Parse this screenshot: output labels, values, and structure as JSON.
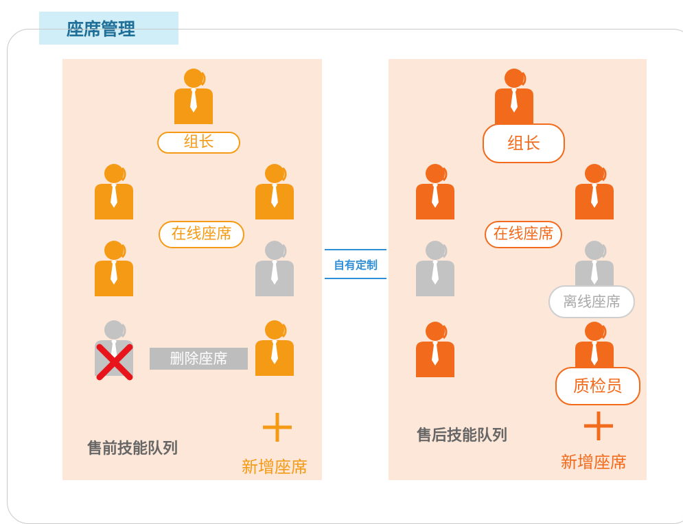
{
  "title": "座席管理",
  "custom_label": "自有定制",
  "colors": {
    "orange": "#f59a15",
    "deep_orange": "#f26b1d",
    "offline": "#c3c3c3",
    "custom_blue": "#2e8fd6",
    "title_bg": "#cfeef7",
    "panel_bg": "#fde7d9"
  },
  "presales": {
    "queue_name": "售前技能队列",
    "leader_label": "组长",
    "online_label": "在线座席",
    "delete_label": "删除座席",
    "add_label": "新增座席",
    "seats": [
      {
        "role": "leader",
        "status": "online"
      },
      {
        "role": "agent",
        "status": "online"
      },
      {
        "role": "agent",
        "status": "online"
      },
      {
        "role": "agent",
        "status": "online"
      },
      {
        "role": "agent",
        "status": "offline"
      },
      {
        "role": "agent",
        "status": "deleted"
      },
      {
        "role": "agent",
        "status": "online"
      }
    ]
  },
  "aftersales": {
    "queue_name": "售后技能队列",
    "leader_label": "组长",
    "online_label": "在线座席",
    "offline_label": "离线座席",
    "qc_label": "质检员",
    "add_label": "新增座席",
    "seats": [
      {
        "role": "leader",
        "status": "online"
      },
      {
        "role": "agent",
        "status": "online"
      },
      {
        "role": "agent",
        "status": "online"
      },
      {
        "role": "agent",
        "status": "offline"
      },
      {
        "role": "agent",
        "status": "offline"
      },
      {
        "role": "agent",
        "status": "online"
      },
      {
        "role": "qc",
        "status": "online"
      }
    ]
  }
}
